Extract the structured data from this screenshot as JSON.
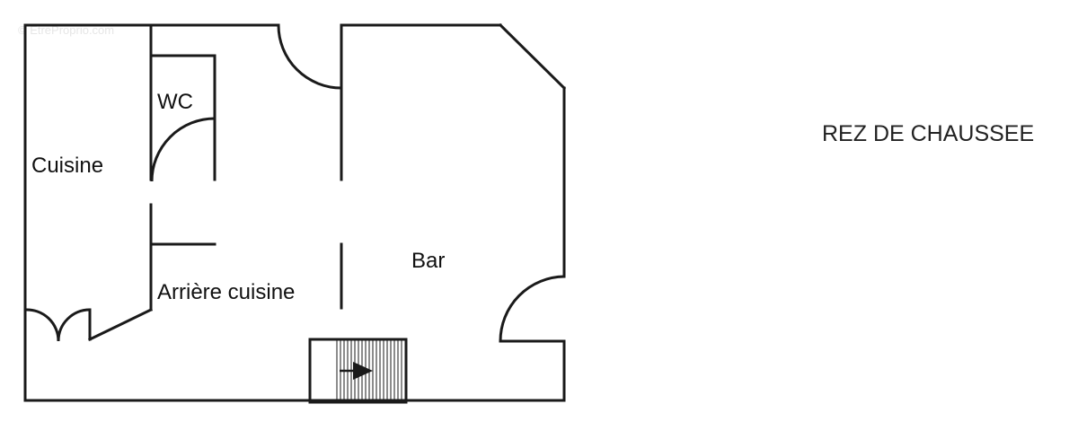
{
  "watermark": "© EtreProprio.com",
  "floor_title": "REZ DE CHAUSSEE",
  "rooms": {
    "wc": "WC",
    "cuisine": "Cuisine",
    "arriere_cuisine": "Arrière cuisine",
    "bar": "Bar"
  },
  "icons": {
    "stairs": "staircase-icon",
    "arrow": "arrow-right-icon"
  },
  "colors": {
    "wall": "#1a1a1a",
    "background": "#ffffff"
  }
}
